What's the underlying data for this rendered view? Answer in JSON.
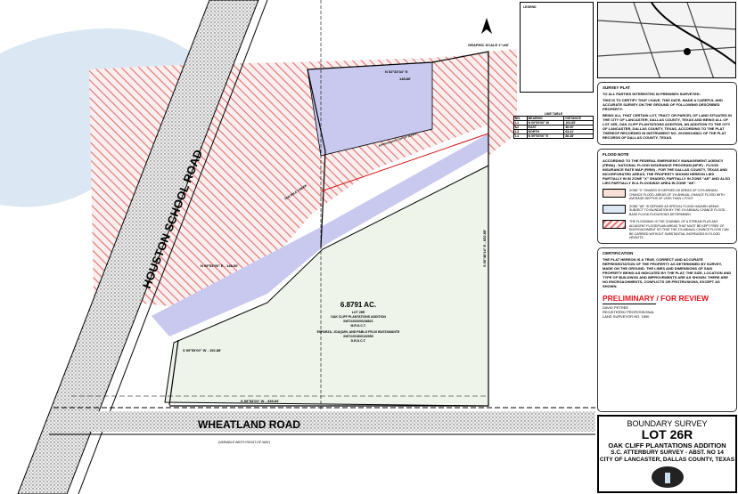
{
  "roads": {
    "houston": "HOUSTON SCHOOL ROAD",
    "wheatland": "WHEATLAND ROAD",
    "wheatland_sub": "(VARIABLE WIDTH RIGHT-OF-WAY)"
  },
  "lot": {
    "acreage": "6.8791 AC.",
    "lot": "LOT 26R",
    "addition": "OAK CLIFF PLANTATIONS ADDITION",
    "inst": "INST#202000246821",
    "rec": "M.R.D.C.T.",
    "owner": "ESPARZA, JOAQUIN, AND PABLO FELIX BUSTAMANTE",
    "owner_inst": "INST#201800132959",
    "owner_rec": "D.R.D.C.T."
  },
  "bearings": {
    "north": "N 52°33'34\" E",
    "north_dist": "148.86'",
    "south": "S 59°53'00\" W - 338.84'",
    "southwest": "S 59°53'00\" W - 152.88'",
    "creek": "N 59°53'00\" E - 148.00'",
    "east": "S 00°46'14\" E - 652.85'",
    "slope": "APPROXIMATE TOP OF SLOPE",
    "creek_label": "TEN MILE CREEK"
  },
  "legend": {
    "title": "LEGEND",
    "scale": "GRAPHIC SCALE 1\"=60'"
  },
  "line_table": {
    "title": "LINE TABLE",
    "headers": [
      "NO.",
      "BEARING",
      "DISTANCE"
    ],
    "rows": [
      [
        "L1",
        "N 00°00'00\" W",
        "103.85'"
      ],
      [
        "L2",
        "EAST",
        "30.00'"
      ],
      [
        "L3",
        "NORTH",
        "63.41'"
      ],
      [
        "L4",
        "N 59°53'00\" E",
        "86.48'"
      ]
    ]
  },
  "notes": {
    "survey_title": "SURVEY PLAT",
    "survey_to": "TO ALL PARTIES INTERESTED IN PREMISES SURVEYED:",
    "survey_p1": "THIS IS TO CERTIFY THAT I HAVE, THIS DATE, MADE A CAREFUL AND ACCURATE SURVEY ON THE GROUND OF FOLLOWING DESCRIBED PROPERTY:",
    "survey_p2": "BEING ALL THAT CERTAIN LOT, TRACT OR PARCEL OF LAND SITUATED IN THE CITY OF LANCASTER, DALLAS COUNTY, TEXAS AND BEING ALL OF LOT 26R, OAK CLIFF PLANTATIONS ADDITION, AN ADDITION TO THE CITY OF LANCASTER, DALLAS COUNTY, TEXAS, ACCORDING TO THE PLAT THEREOF RECORDED IN INSTRUMENT NO. 202000246821 OF THE PLAT RECORDS OF DALLAS COUNTY, TEXAS.",
    "flood_title": "FLOOD NOTE",
    "flood_p": "ACCORDING TO THE FEDERAL EMERGENCY MANAGEMENT AGENCY (FEMA) - NATIONAL FLOOD INSURANCE PROGRAM (NFIP) - FLOOD INSURANCE RATE MAP (FIRM) - FOR THE DALLAS COUNTY, TEXAS AND INCORPORATED AREAS, THE PROPERTY SHOWN HEREON LIES PARTIALLY IN IN ZONE \"X\" SHADED, PARTIALLY IN ZONE \"AE\" AND ALSO LIES PARTIALLY IN A FLOODWAY AREA IN ZONE \"AE\".",
    "flood_x": "ZONE \"X\" SHADED IS DEFINED AS AREAS OF 0.2% ANNUAL CHANCE FLOOD; AREAS OF 1% ANNUAL CHANCE FLOOD WITH AVERAGE DEPTHS OF LESS THAN 1 FOOT.",
    "flood_ae": "ZONE \"AE\" IS DEFINED AS SPECIAL FLOOD HAZARD AREAS SUBJECT TO INUNDATION BY THE 1% ANNUAL CHANCE FLOOD - BASE FLOOD ELEVATIONS DETERMINED.",
    "flood_way": "THE FLOODWAY IS THE CHANNEL OF A STREAM PLUS ANY ADJACENT FLOODPLAIN AREAS THAT MUST BE KEPT FREE OF ENCROACHMENT SO THAT THE 1% ANNUAL CHANCE FLOOD CAN BE CARRIED WITHOUT SUBSTANTIAL INCREASES IN FLOOD HEIGHTS.",
    "cert_title": "CERTIFICATION",
    "cert_p": "THE PLAT HEREON IS A TRUE, CORRECT AND ACCURATE REPRESENTATION OF THE PROPERTY AS DETERMINED BY SURVEY, MADE ON THE GROUND. THE LINES AND DIMENSIONS OF SAID PROPERTY BEING AS INDICATED BY THE PLAT; THE SIZE, LOCATION AND TYPE OF BUILDINGS AND IMPROVEMENTS ARE AS SHOWN. THERE ARE NO ENCROACHMENTS, CONFLICTS OR PROTRUSIONS, EXCEPT AS SHOWN.",
    "prelim": "PRELIMINARY / FOR REVIEW",
    "surveyor": "DAVID PETREE",
    "surveyor2": "REGISTERED PROFESSIONAL",
    "surveyor3": "LAND SURVEYOR NO. 1890"
  },
  "title": {
    "t1": "BOUNDARY SURVEY",
    "t2": "LOT 26R",
    "t3": "OAK CLIFF PLANTATIONS ADDITION",
    "t4": "S.C. ATTERBURY SURVEY - ABST. NO 14",
    "t5": "CITY OF LANCASTER, DALLAS COUNTY, TEXAS"
  },
  "colors": {
    "water": "#dbe8f3",
    "lot": "#eef4ea",
    "purple": "#c9c9f0",
    "hatch": "#e07070",
    "prelim": "#e0141e"
  }
}
